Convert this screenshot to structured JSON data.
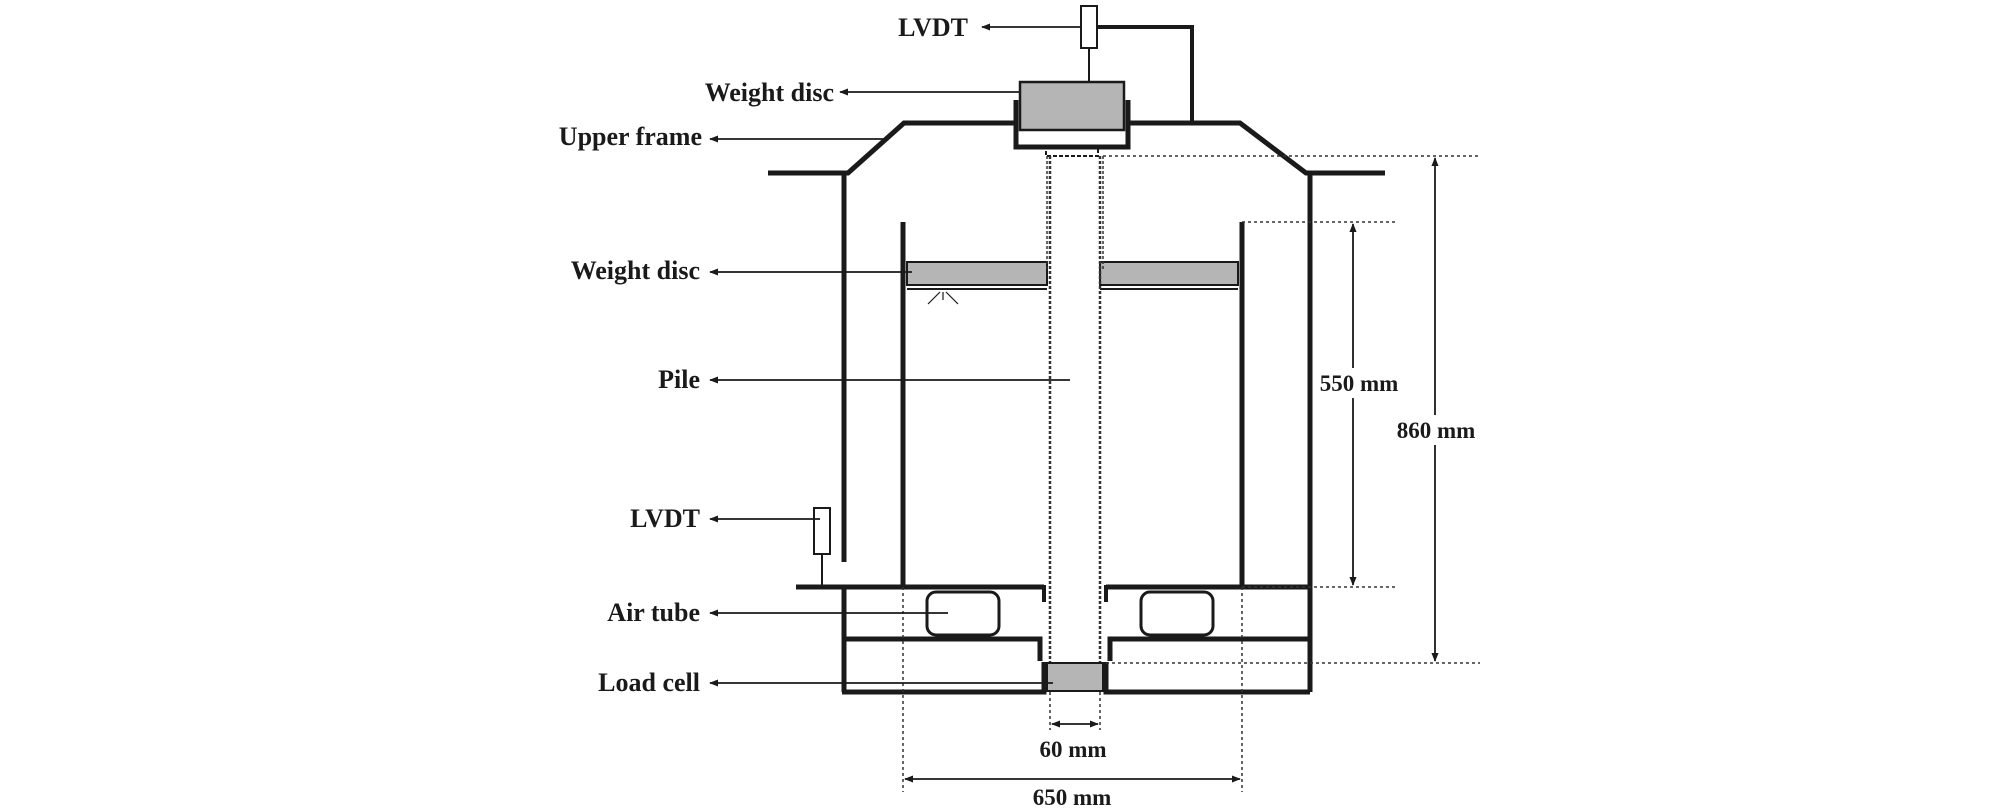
{
  "labels": {
    "lvdt_top": "LVDT",
    "weight_disc_top": "Weight disc",
    "upper_frame": "Upper frame",
    "weight_disc_mid": "Weight disc",
    "pile": "Pile",
    "lvdt_bottom": "LVDT",
    "air_tube": "Air tube",
    "load_cell": "Load cell"
  },
  "dimensions": {
    "soil_height": "550 mm",
    "total_height": "860 mm",
    "pile_diameter": "60 mm",
    "chamber_width": "650 mm"
  },
  "colors": {
    "line": "#1a1a1a",
    "disc_fill": "#b5b5b5",
    "background": "#ffffff"
  }
}
